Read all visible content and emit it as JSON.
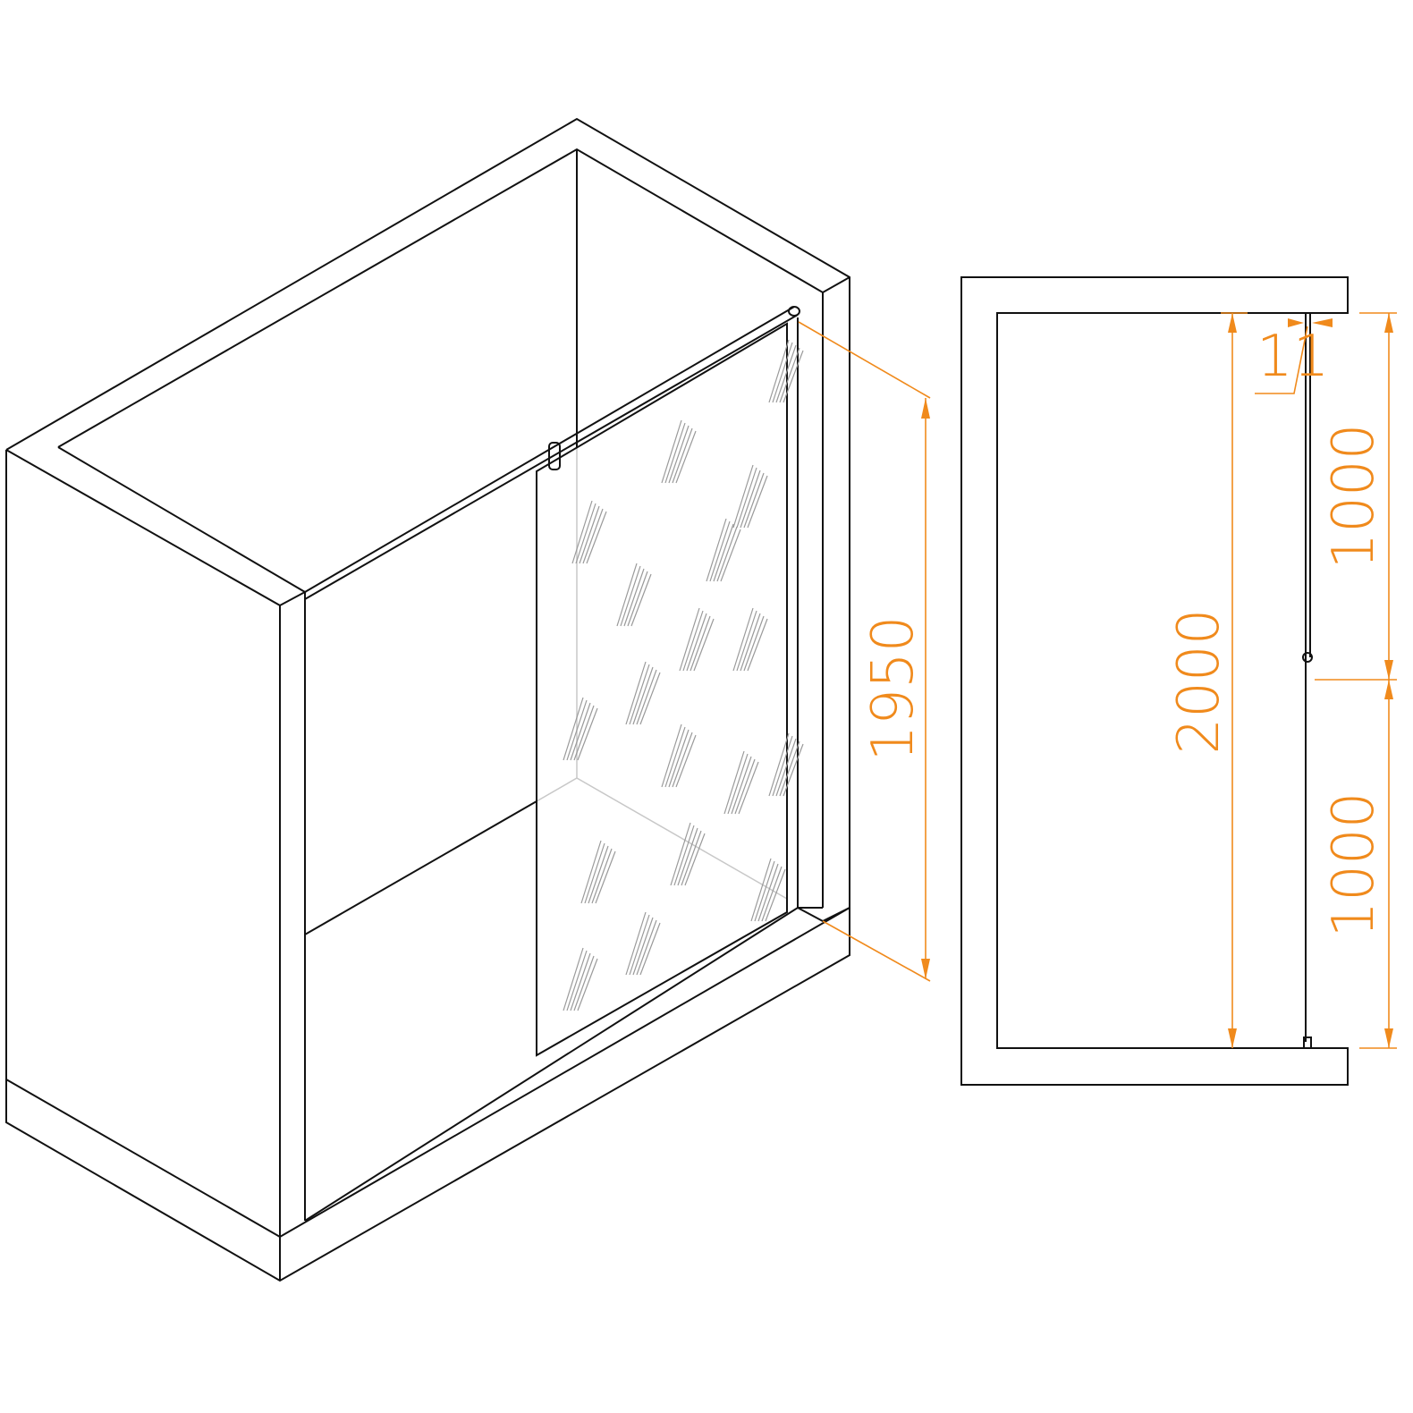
{
  "colors": {
    "outline": "#111111",
    "dimension": "#f08a1c",
    "hatch": "#9a9a9a"
  },
  "dimensions": {
    "height_iso": "1950",
    "glass_thickness": "11",
    "total_width": "2000",
    "segment_top": "1000",
    "segment_bottom": "1000"
  }
}
